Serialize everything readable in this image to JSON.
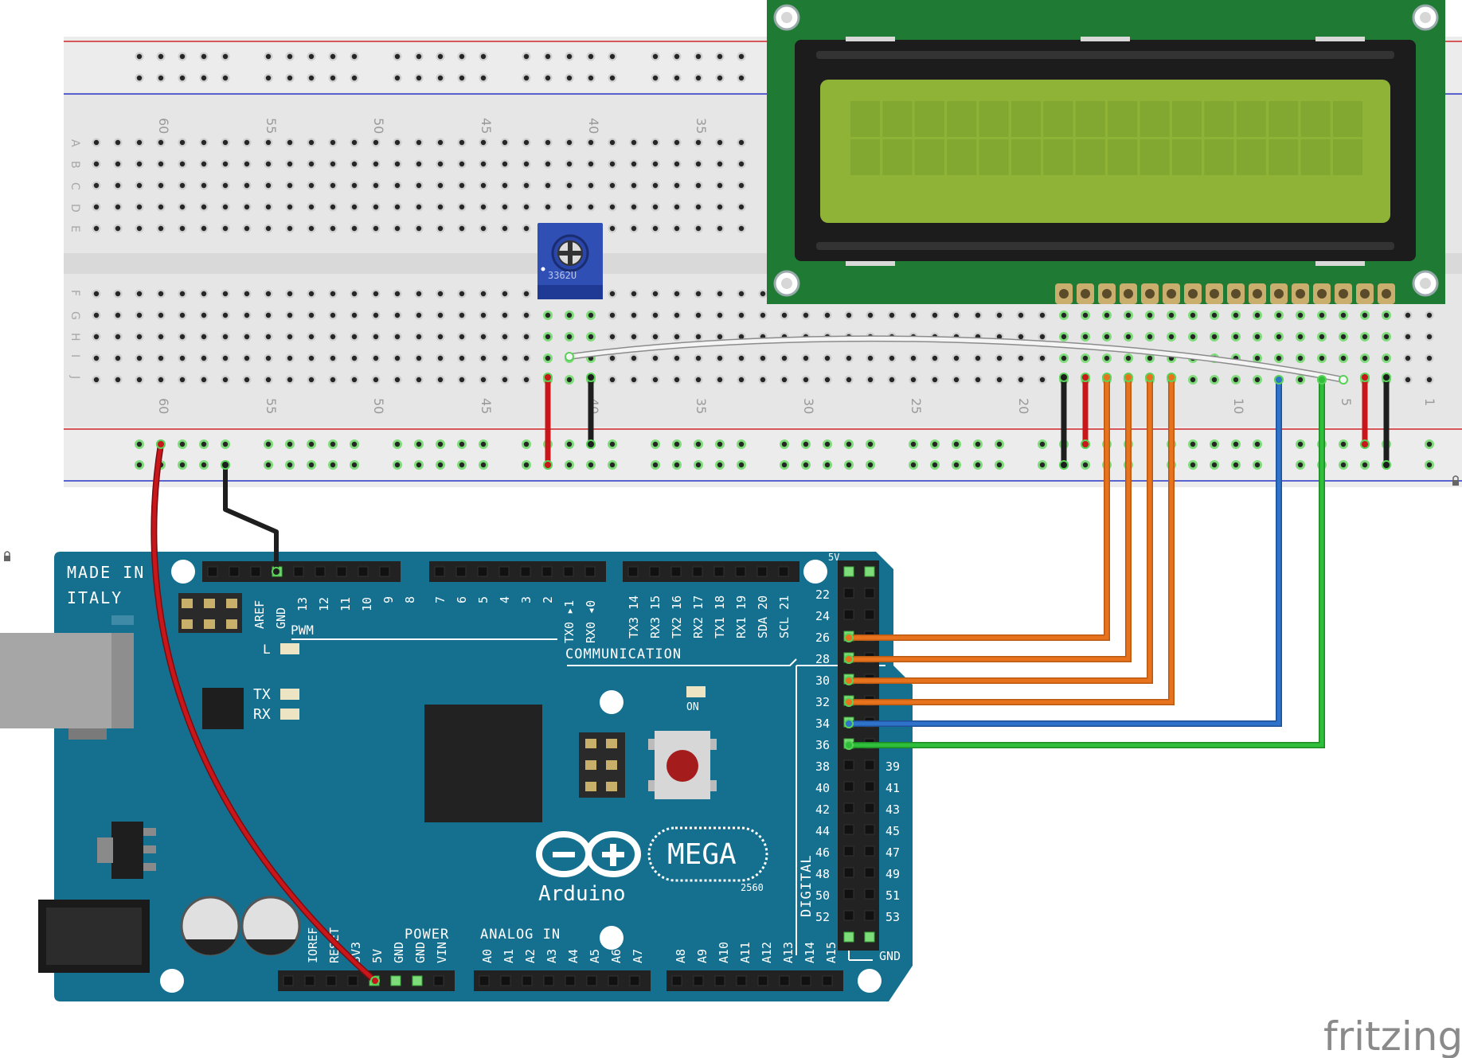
{
  "breadboard": {
    "top_numbers": [
      "60",
      "55",
      "50",
      "45",
      "40",
      "35"
    ],
    "bottom_numbers": [
      "60",
      "55",
      "50",
      "45",
      "40",
      "35",
      "30",
      "25",
      "20",
      "10",
      "5",
      "1"
    ],
    "rows_upper": [
      "A",
      "B",
      "C",
      "D",
      "E"
    ],
    "rows_lower": [
      "F",
      "G",
      "H",
      "I",
      "J"
    ]
  },
  "potentiometer": {
    "label": "3362U"
  },
  "arduino": {
    "made_in_1": "MADE IN",
    "made_in_2": "ITALY",
    "brand": "Arduino",
    "model": "MEGA",
    "model_number": "2560",
    "pwm": "PWM",
    "communication": "COMMUNICATION",
    "power": "POWER",
    "analog_in": "ANALOG IN",
    "digital": "DIGITAL",
    "led_l": "L",
    "led_tx": "TX",
    "led_rx": "RX",
    "led_on": "ON",
    "top_header_pins_1": [
      "AREF",
      "GND",
      "13",
      "12",
      "11",
      "10",
      "9",
      "8"
    ],
    "top_header_pins_2": [
      "7",
      "6",
      "5",
      "4",
      "3",
      "2",
      "TX0 ▸1",
      "RX0 ◂0"
    ],
    "top_header_pins_3": [
      "TX3 14",
      "RX3 15",
      "TX2 16",
      "RX2 17",
      "TX1 18",
      "RX1 19",
      "SDA 20",
      "SCL 21"
    ],
    "power_pins": [
      "IOREF",
      "RESET",
      "3V3",
      "5V",
      "GND",
      "GND",
      "VIN"
    ],
    "analog_pins_1": [
      "A0",
      "A1",
      "A2",
      "A3",
      "A4",
      "A5",
      "A6",
      "A7"
    ],
    "analog_pins_2": [
      "A8",
      "A9",
      "A10",
      "A11",
      "A12",
      "A13",
      "A14",
      "A15"
    ],
    "digital_left": [
      "22",
      "24",
      "26",
      "28",
      "30",
      "32",
      "34",
      "36",
      "38",
      "40",
      "42",
      "44",
      "46",
      "48",
      "50",
      "52"
    ],
    "digital_right": [
      "39",
      "41",
      "43",
      "45",
      "47",
      "49",
      "51",
      "53"
    ],
    "v5_top": "5V",
    "gnd_bottom": "GND"
  },
  "watermark": "fritzing",
  "colors": {
    "breadboard": "#e9e9e9",
    "arduino": "#15708f",
    "lcd_pcb": "#1f7a34",
    "lcd_screen": "#8fb336",
    "wire_red": "#c8161b",
    "wire_black": "#1e1e1e",
    "wire_orange": "#e8731c",
    "wire_blue": "#2e72c9",
    "wire_green": "#2fbf3a",
    "wire_white": "#f4f4f4"
  }
}
